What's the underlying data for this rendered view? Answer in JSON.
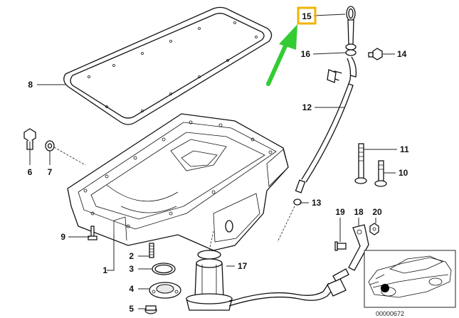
{
  "callouts": {
    "c1": "1",
    "c2": "2",
    "c3": "3",
    "c4": "4",
    "c5": "5",
    "c6": "6",
    "c7": "7",
    "c8": "8",
    "c9": "9",
    "c10": "10",
    "c11": "11",
    "c12": "12",
    "c13": "13",
    "c14": "14",
    "c15": "15",
    "c16": "16",
    "c17": "17",
    "c18": "18",
    "c19": "19",
    "c20": "20"
  },
  "highlight": {
    "callout": "15",
    "box_color": "#f2b300",
    "arrow_color": "#33cc33"
  },
  "inset": {
    "code": "00000672"
  }
}
